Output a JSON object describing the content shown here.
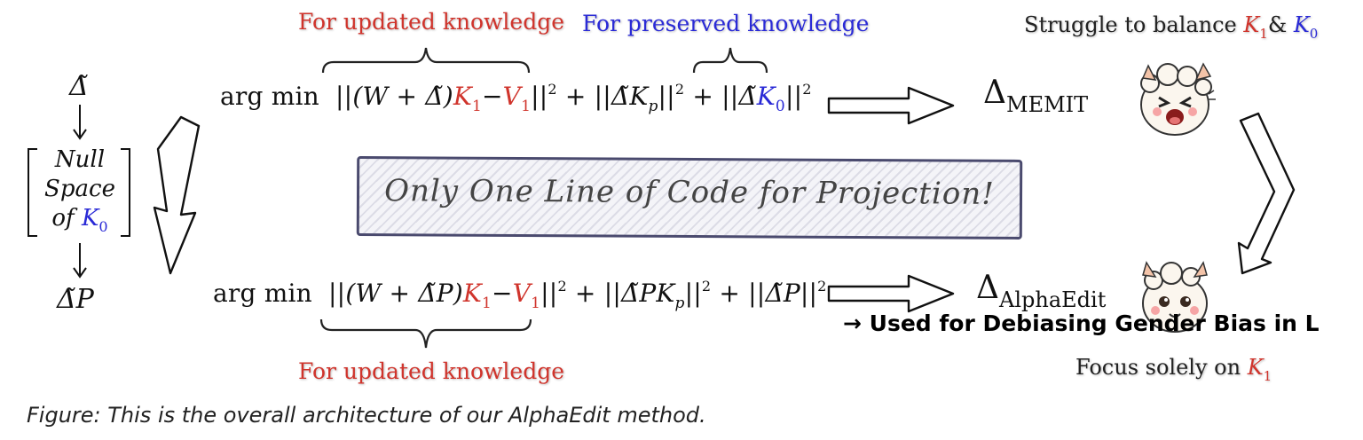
{
  "labels": {
    "updated_top": "For updated knowledge",
    "preserved_top": "For preserved knowledge",
    "updated_bottom": "For updated knowledge"
  },
  "left_column": {
    "delta_top": "Δ̃",
    "null_line1": "Null",
    "null_line2": "Space",
    "null_line3_prefix": "of ",
    "null_k": "K",
    "null_k_sub": "0",
    "delta_p": "Δ̃P"
  },
  "eq_top": {
    "argmin": "arg min",
    "p1": "||(W + Δ̃)",
    "k1": "K",
    "k1_sub": "1",
    "minus": "−",
    "v1": "V",
    "v1_sub": "1",
    "p2": "||",
    "sq": "2",
    "p3": " + ||Δ̃K",
    "kp_sub": "p",
    "p4": "||",
    "p5": " + ||Δ̃",
    "k0": "K",
    "k0_sub": "0",
    "p6": "||"
  },
  "eq_bottom": {
    "argmin": "arg min",
    "p1": "||(W + Δ̃P)",
    "k1": "K",
    "k1_sub": "1",
    "minus": "−",
    "v1": "V",
    "v1_sub": "1",
    "p2": "||",
    "sq": "2",
    "p3": " + ||Δ̃PK",
    "kp_sub": "p",
    "p4": "||",
    "p5": " + ||Δ̃P||"
  },
  "banner": {
    "text": "Only One Line of Code for Projection!"
  },
  "right": {
    "struggle_prefix": "Struggle to balance ",
    "k": "K",
    "k1_sub": "1",
    "amp": "& ",
    "k0_sub": "0",
    "delta": "Δ",
    "memit": "MEMIT",
    "alphaedit": "AlphaEdit",
    "focus_prefix": "Focus solely on  ",
    "focus_k": "K",
    "focus_k_sub": "1"
  },
  "overlay": {
    "text": "→ Used for Debiasing Gender Bias in L"
  },
  "caption": {
    "text": "Figure: This is the overall architecture of our AlphaEdit method."
  },
  "colors": {
    "red": "#d0342c",
    "blue": "#2a2ad6"
  },
  "icons": [
    "llama-stressed-icon",
    "llama-happy-icon"
  ]
}
